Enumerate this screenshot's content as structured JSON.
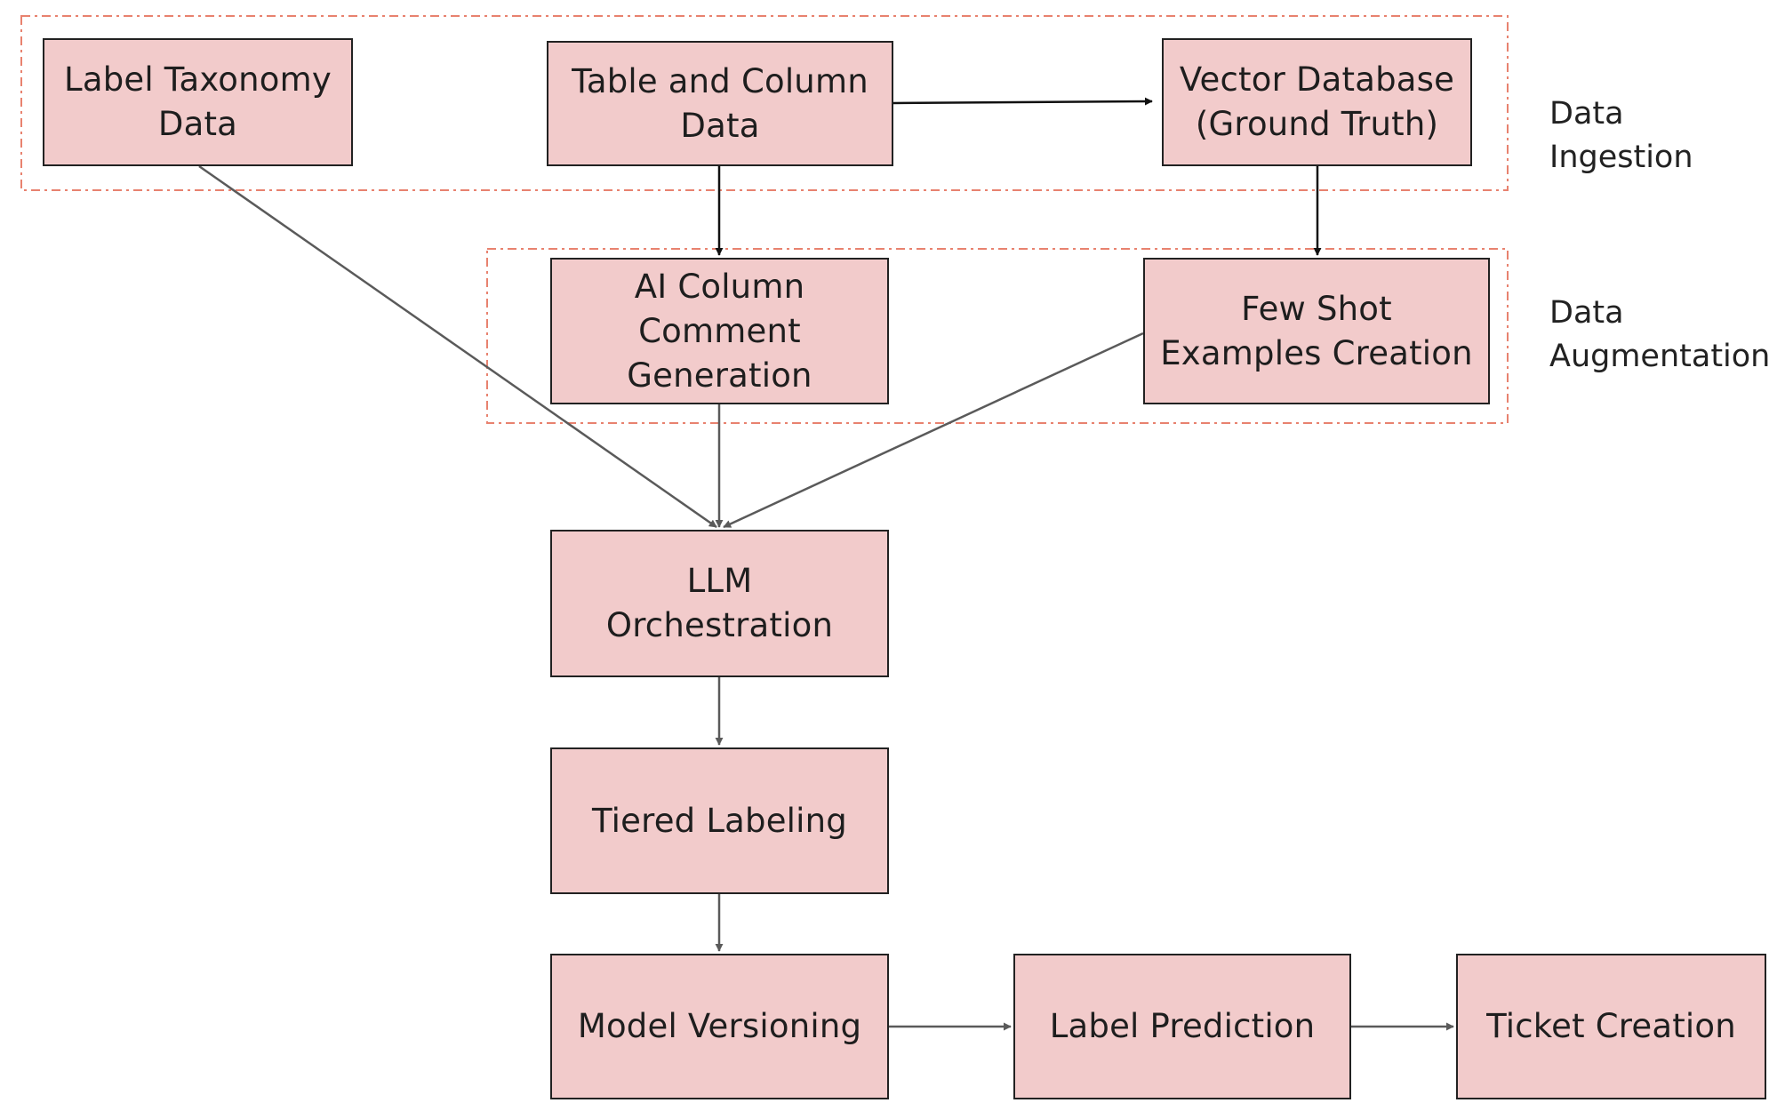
{
  "diagram": {
    "nodes": {
      "label_taxonomy": {
        "lines": [
          "Label Taxonomy",
          "Data"
        ]
      },
      "table_column": {
        "lines": [
          "Table and Column",
          "Data"
        ]
      },
      "vector_db": {
        "lines": [
          "Vector Database",
          "(Ground Truth)"
        ]
      },
      "ai_comment": {
        "lines": [
          "AI Column",
          "Comment",
          "Generation"
        ]
      },
      "few_shot": {
        "lines": [
          "Few Shot",
          "Examples Creation"
        ]
      },
      "llm": {
        "lines": [
          "LLM",
          "Orchestration"
        ]
      },
      "tiered": {
        "lines": [
          "Tiered Labeling"
        ]
      },
      "model_versioning": {
        "lines": [
          "Model Versioning"
        ]
      },
      "label_prediction": {
        "lines": [
          "Label Prediction"
        ]
      },
      "ticket_creation": {
        "lines": [
          "Ticket Creation"
        ]
      }
    },
    "groups": {
      "ingestion": {
        "lines": [
          "Data",
          "Ingestion"
        ]
      },
      "augmentation": {
        "lines": [
          "Data",
          "Augmentation"
        ]
      }
    },
    "edges": [
      {
        "from": "table_column",
        "to": "vector_db"
      },
      {
        "from": "table_column",
        "to": "ai_comment"
      },
      {
        "from": "vector_db",
        "to": "few_shot"
      },
      {
        "from": "label_taxonomy",
        "to": "llm"
      },
      {
        "from": "ai_comment",
        "to": "llm"
      },
      {
        "from": "few_shot",
        "to": "llm"
      },
      {
        "from": "llm",
        "to": "tiered"
      },
      {
        "from": "tiered",
        "to": "model_versioning"
      },
      {
        "from": "model_versioning",
        "to": "label_prediction"
      },
      {
        "from": "label_prediction",
        "to": "ticket_creation"
      }
    ],
    "colors": {
      "node_fill": "#f2cbcb",
      "node_border": "#222222",
      "group_border": "#e8826f",
      "edge_dark": "#111111",
      "edge_gray": "#5a5a5a"
    }
  }
}
